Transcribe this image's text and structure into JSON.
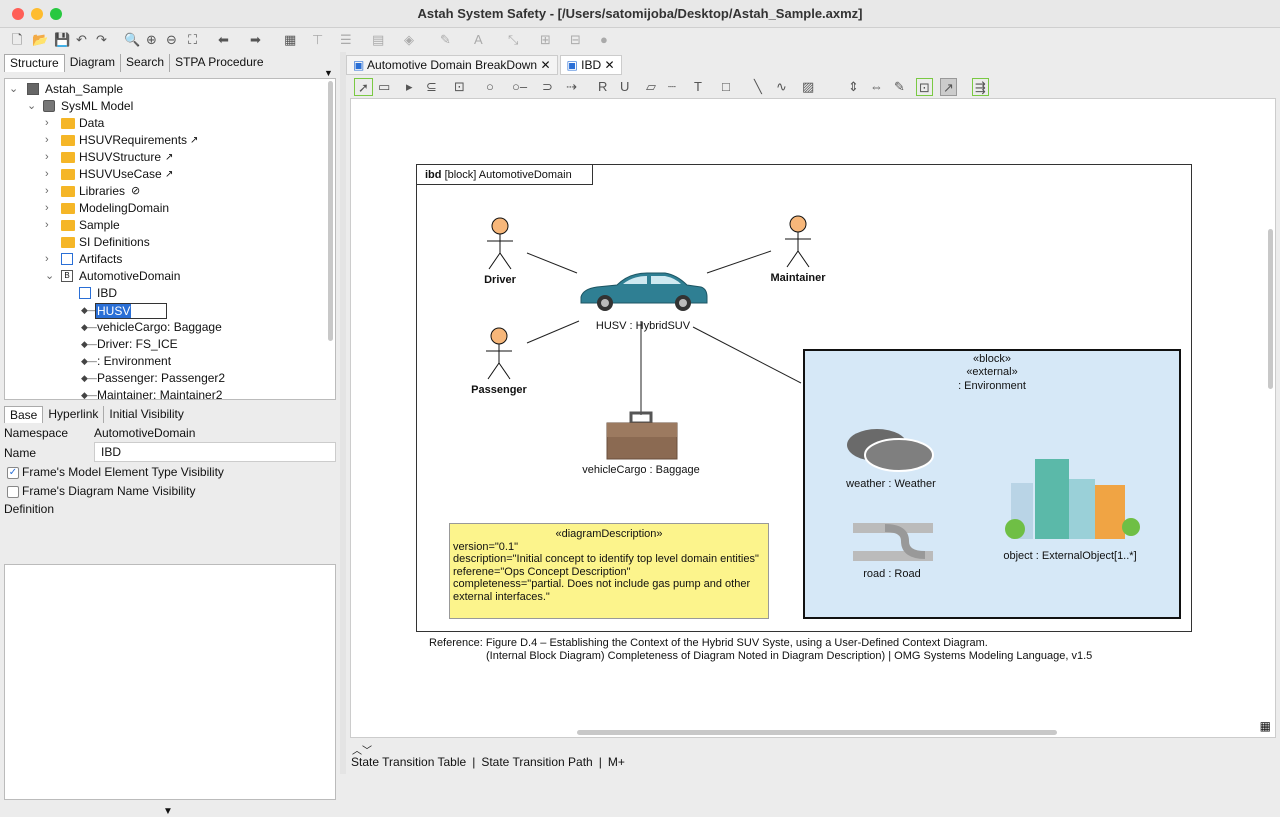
{
  "window": {
    "title": "Astah System Safety - [/Users/satomijoba/Desktop/Astah_Sample.axmz]"
  },
  "left_tabs": [
    "Structure",
    "Diagram",
    "Search",
    "STPA Procedure"
  ],
  "tree": {
    "root": "Astah_Sample",
    "model": "SysML Model",
    "items": [
      {
        "label": "Data"
      },
      {
        "label": "HSUVRequirements"
      },
      {
        "label": "HSUVStructure"
      },
      {
        "label": "HSUVUseCase"
      },
      {
        "label": "Libraries"
      },
      {
        "label": "ModelingDomain"
      },
      {
        "label": "Sample"
      },
      {
        "label": "SI Definitions"
      },
      {
        "label": "Artifacts"
      },
      {
        "label": "AutomotiveDomain"
      }
    ],
    "children": {
      "ibd": "IBD",
      "editing": "HUSV",
      "parts": [
        "vehicleCargo: Baggage",
        "Driver: FS_ICE",
        ": Environment",
        "Passenger: Passenger2",
        "Maintainer: Maintainer2"
      ]
    }
  },
  "props": {
    "tabs": [
      "Base",
      "Hyperlink",
      "Initial Visibility"
    ],
    "namespace_label": "Namespace",
    "namespace_value": "AutomotiveDomain",
    "name_label": "Name",
    "name_value": "IBD",
    "cb1": "Frame's Model Element Type Visibility",
    "cb2": "Frame's Diagram Name Visibility",
    "definition_label": "Definition"
  },
  "diagram_tabs": [
    "Automotive Domain BreakDown",
    "IBD"
  ],
  "diagram": {
    "frame_kind": "ibd",
    "frame_rest": "[block] AutomotiveDomain",
    "actors": {
      "driver": "Driver",
      "maintainer": "Maintainer",
      "passenger": "Passenger"
    },
    "car_label": "HUSV : HybridSUV",
    "cargo_label": "vehicleCargo : Baggage",
    "env": {
      "stereo1": "«block»",
      "stereo2": "«external»",
      "name": ": Environment",
      "weather": "weather : Weather",
      "road": "road : Road",
      "object": "object : ExternalObject[1..*]"
    },
    "note": {
      "title": "«diagramDescription»",
      "lines": [
        "version=\"0.1\"",
        "description=\"Initial concept to identify top level domain entities\"",
        "referene=\"Ops Concept Description\"",
        "completeness=\"partial. Does not include gas pump and other external interfaces.\""
      ]
    },
    "reference_line1": "Reference:  Figure D.4 – Establishing the Context of the Hybrid SUV Syste, using a User-Defined Context Diagram.",
    "reference_line2": "(Internal Block Diagram) Completeness of Diagram Noted in Diagram Description) | OMG Systems Modeling Language, v1.5"
  },
  "status_tabs": [
    "State Transition Table",
    "State Transition Path",
    "M+"
  ],
  "colors": {
    "accent": "#2a6fd6",
    "folder": "#f5b627",
    "env_fill": "#d6e8f7",
    "note_fill": "#fcf48c",
    "car": "#2f7f93"
  }
}
